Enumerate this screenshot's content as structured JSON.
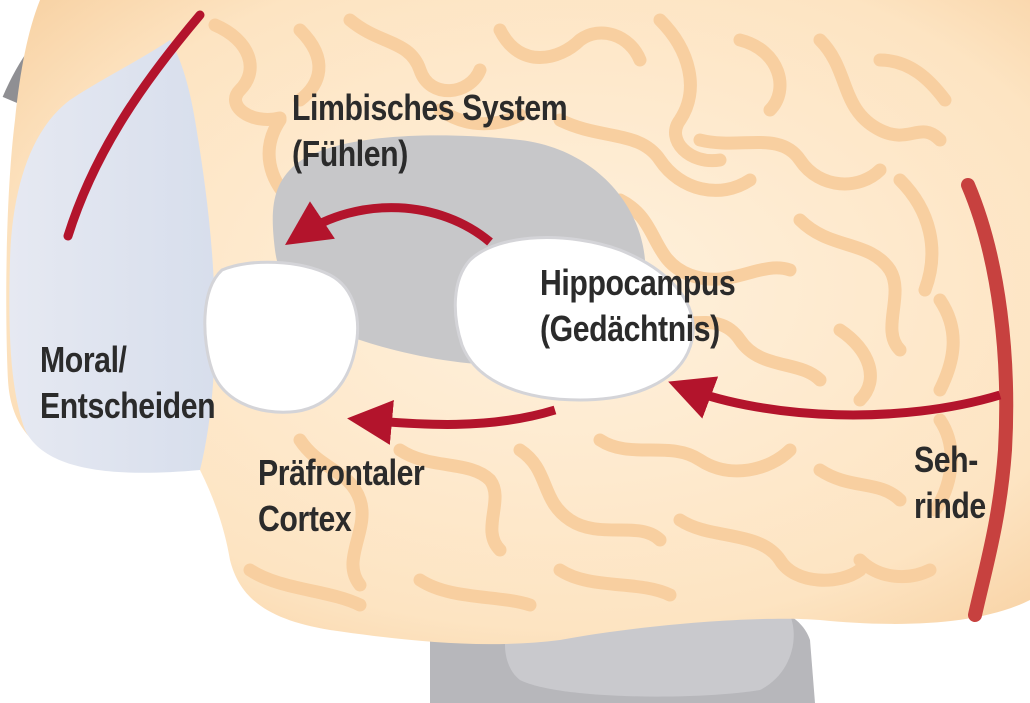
{
  "labels": {
    "limbic_line1": "Limbisches System",
    "limbic_line2": "(Fühlen)",
    "hippo_line1": "Hippocampus",
    "hippo_line2": "(Gedächtnis)",
    "moral_line1": "Moral/",
    "moral_line2": "Entscheiden",
    "pfc_line1": "Präfrontaler",
    "pfc_line2": "Cortex",
    "seh_line1": "Seh-",
    "seh_line2": "rinde"
  },
  "colors": {
    "cortex": "#fde5c5",
    "gyri": "#f8cfa0",
    "frontal_lobe": "#dde3ef",
    "limbic": "#c7c7c9",
    "arrow": "#b3142c",
    "head_outline": "#8f8f93",
    "brainstem": "#b7b7bb"
  }
}
